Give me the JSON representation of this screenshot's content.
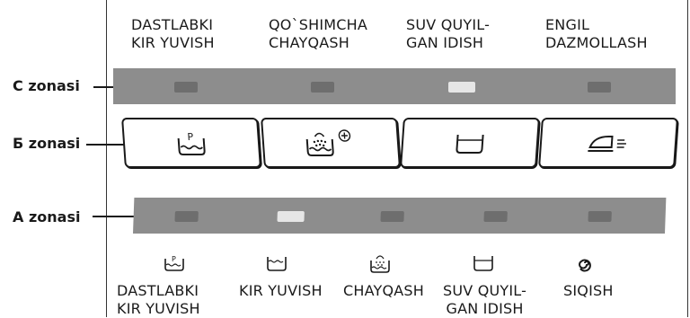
{
  "top_labels": [
    "DASTLABKI\nKIR YUVISH",
    "QO`SHIMCHA\nCHAYQASH",
    "SUV QUYIL-\nGAN IDISH",
    "ENGIL\nDAZMOLLASH"
  ],
  "zones": {
    "c": "C zonasi",
    "b": "Б zonasi",
    "a": "A zonasi"
  },
  "c_zone_leds": [
    "off",
    "off",
    "on",
    "off"
  ],
  "a_zone_leds": [
    "off",
    "on",
    "off",
    "off",
    "off"
  ],
  "buttons": [
    {
      "icon": "prewash-tub-icon"
    },
    {
      "icon": "extra-rinse-icon"
    },
    {
      "icon": "water-filled-tub-icon"
    },
    {
      "icon": "easy-iron-icon"
    }
  ],
  "bottom_labels": [
    "DASTLABKI\nKIR YUVISH",
    "KIR YUVISH",
    "CHAYQASH",
    "SUV QUYIL-\nGAN IDISH",
    "SIQISH"
  ],
  "bottom_icons": [
    "prewash-tub-icon",
    "wash-tub-icon",
    "rinse-tub-icon",
    "water-tub-icon",
    "spin-icon"
  ]
}
